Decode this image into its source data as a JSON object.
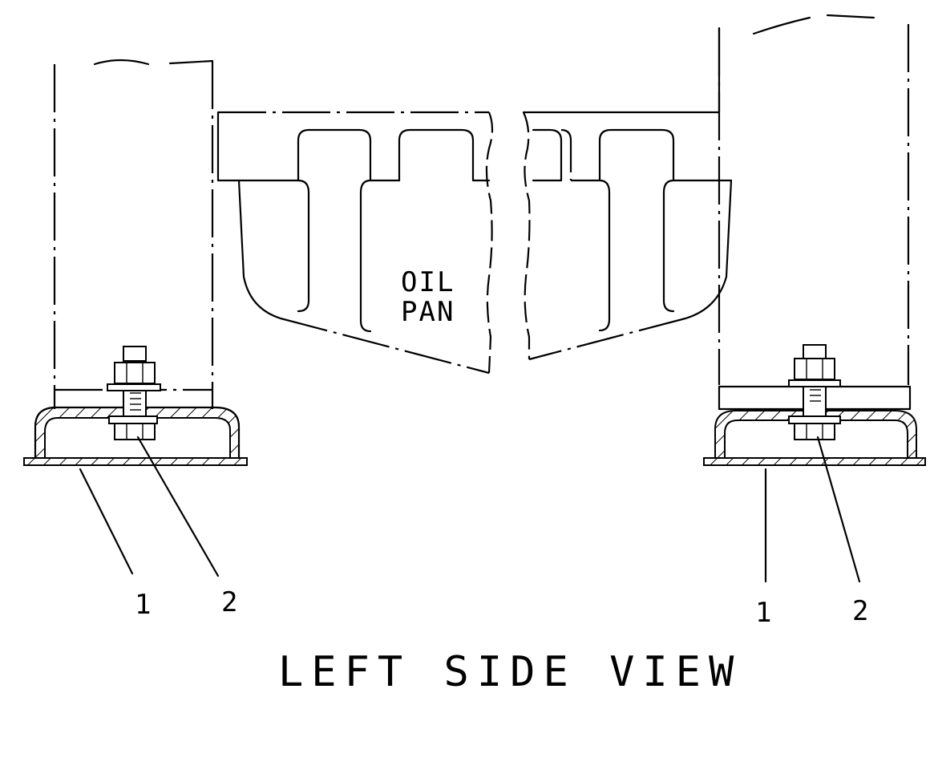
{
  "diagram": {
    "title": "LEFT SIDE VIEW",
    "component": {
      "line1": "OIL",
      "line2": "PAN"
    },
    "callouts": [
      {
        "label": "1"
      },
      {
        "label": "2"
      },
      {
        "label": "1"
      },
      {
        "label": "2"
      }
    ]
  }
}
